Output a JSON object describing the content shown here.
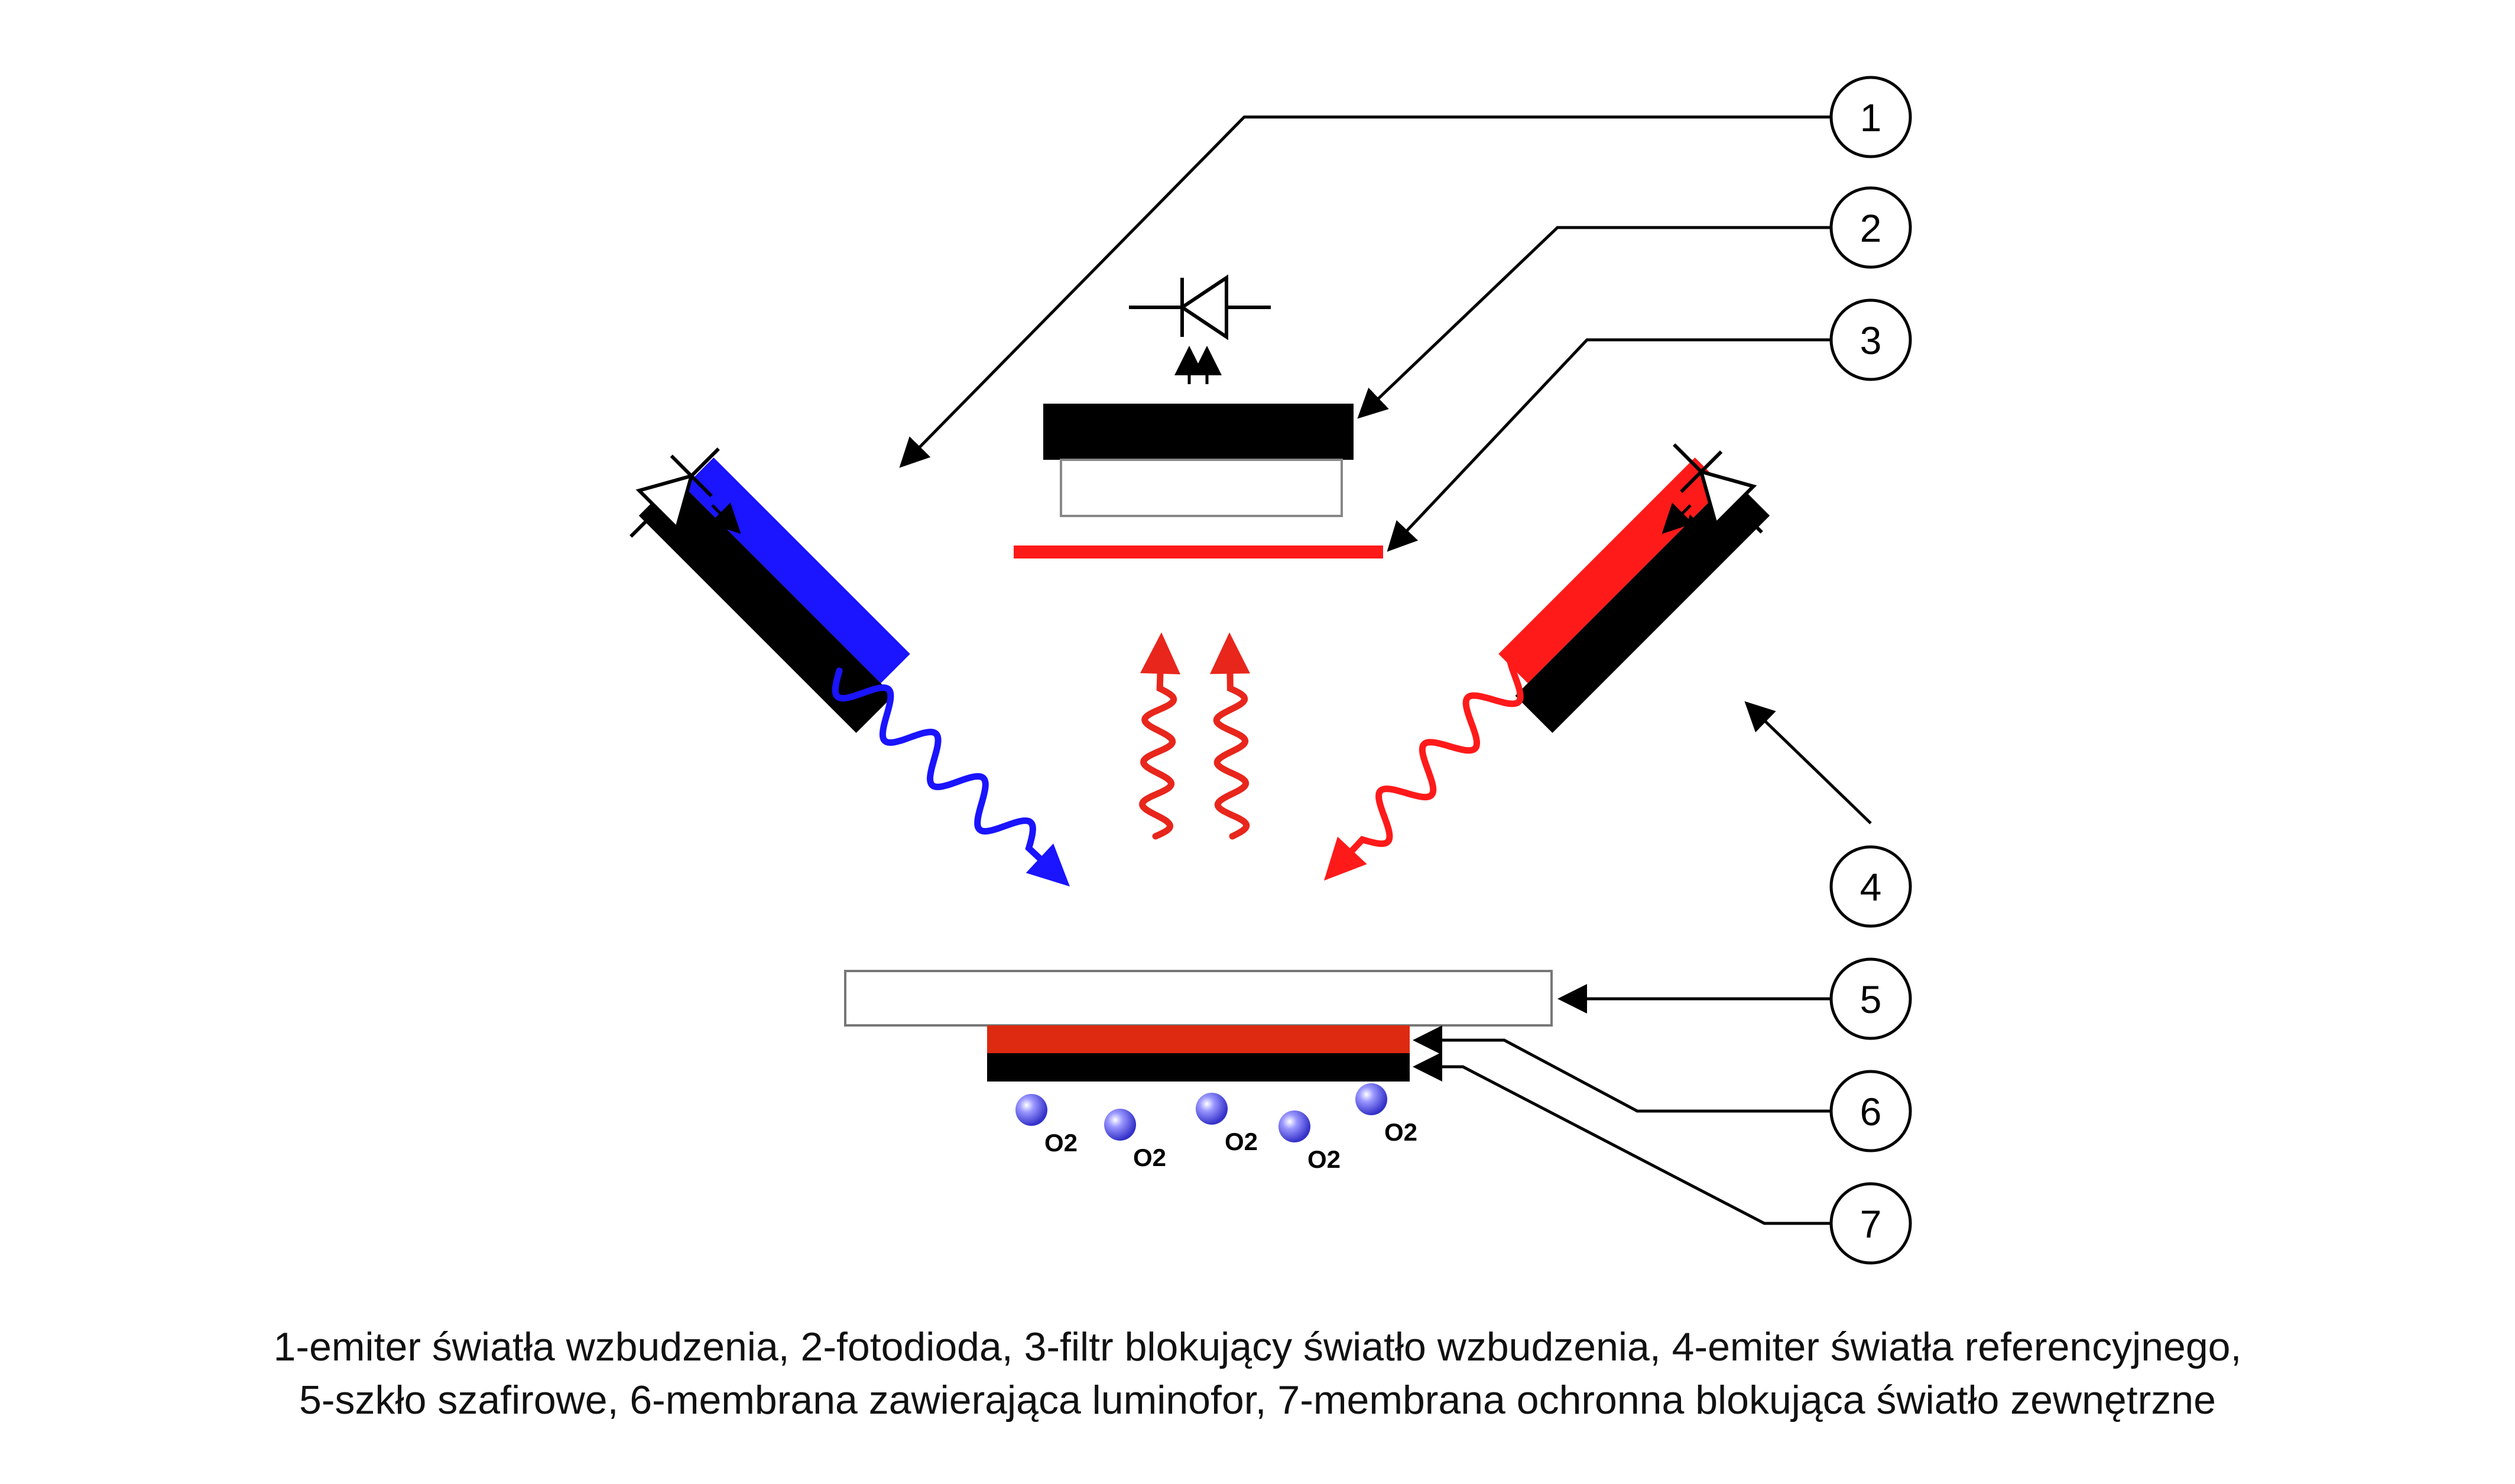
{
  "callouts": [
    {
      "number": "1",
      "label": "emiter światła wzbudzenia"
    },
    {
      "number": "2",
      "label": "fotodioda"
    },
    {
      "number": "3",
      "label": "filtr blokujący światło wzbudzenia"
    },
    {
      "number": "4",
      "label": "emiter światła referencyjnego"
    },
    {
      "number": "5",
      "label": "szkło szafirowe"
    },
    {
      "number": "6",
      "label": "membrana zawierająca luminofor"
    },
    {
      "number": "7",
      "label": "membrana ochronna blokująca światło zewnętrzne"
    }
  ],
  "oxygen_molecules": [
    {
      "label": "O2"
    },
    {
      "label": "O2"
    },
    {
      "label": "O2"
    },
    {
      "label": "O2"
    },
    {
      "label": "O2"
    }
  ],
  "caption": {
    "line1": "1-emiter światła wzbudzenia, 2-fotodioda, 3-filtr blokujący światło wzbudzenia, 4-emiter światła referencyjnego,",
    "line2": "5-szkło szafirowe, 6-membrana zawierająca luminofor, 7-membrana ochronna blokująca światło zewnętrzne"
  },
  "colors": {
    "excitation_light": "#1a14ff",
    "reference_light": "#ff1a1a",
    "luminescence_light": "#e8261c",
    "filter": "#ff1a1a",
    "luminophore_membrane": "#dd2a10",
    "protective_membrane": "#000000",
    "emitter_base": "#000000",
    "oxygen_molecule": "#5a57e6"
  },
  "icons": {
    "excitation_emitter": "led-icon",
    "reference_emitter": "led-icon",
    "photodiode": "photodiode-icon"
  }
}
